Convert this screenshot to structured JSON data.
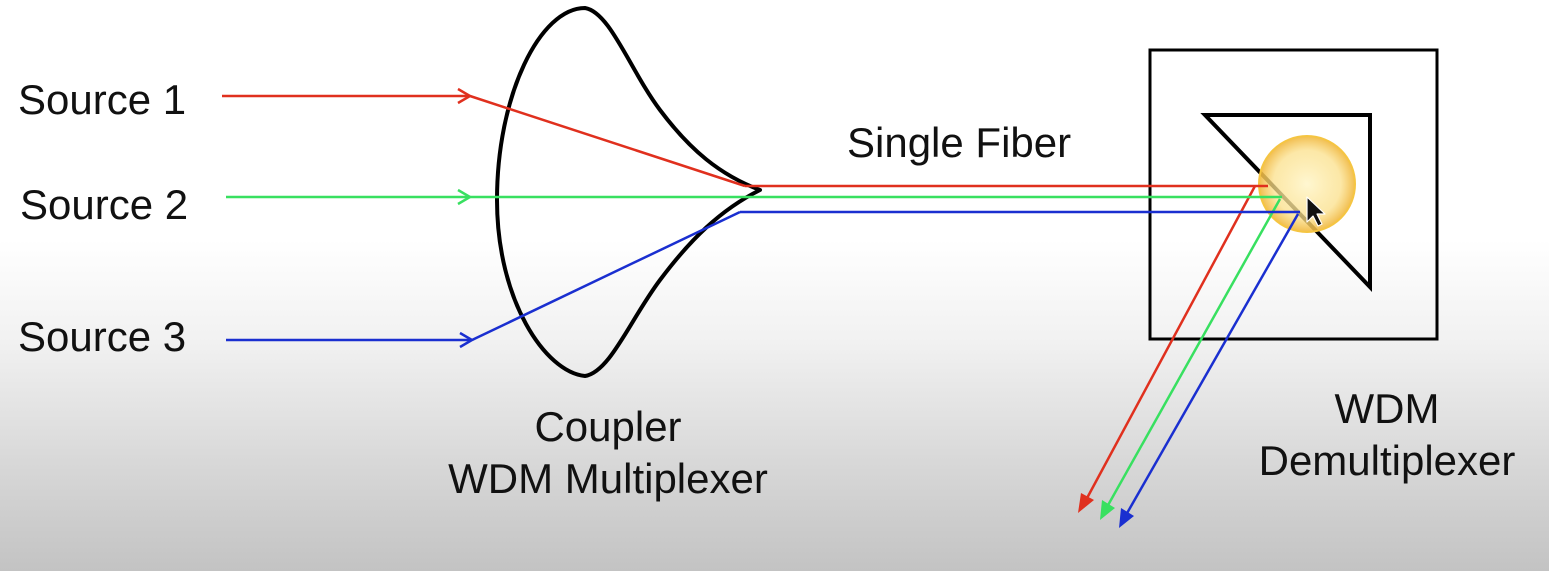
{
  "labels": {
    "source_1": "Source 1",
    "source_2": "Source 2",
    "source_3": "Source 3",
    "single_fiber": "Single Fiber",
    "coupler_line1": "Coupler",
    "coupler_line2": "WDM Multiplexer",
    "demux_line1": "WDM",
    "demux_line2": "Demultiplexer"
  },
  "colors": {
    "source_1": "#e0301e",
    "source_2": "#38e060",
    "source_3": "#1a2fd0",
    "outline": "#000000",
    "highlight": "#f5c542"
  },
  "icons": {
    "cursor": "mouse-pointer-icon"
  }
}
